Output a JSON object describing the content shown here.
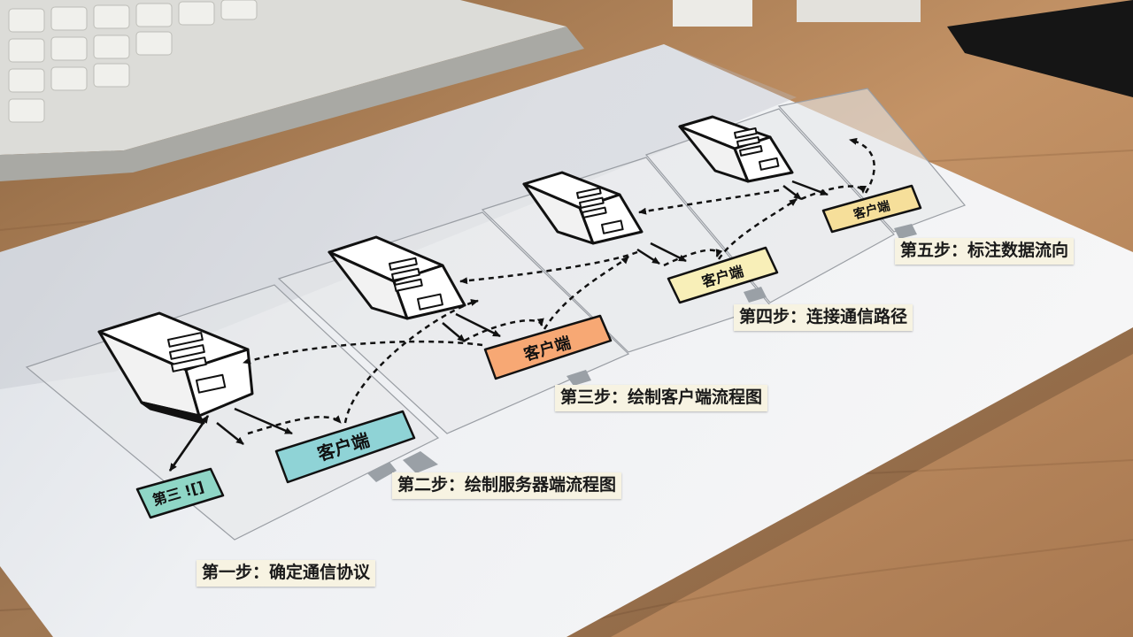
{
  "steps": [
    {
      "label": "第一步：确定通信协议"
    },
    {
      "label": "第二步：绘制服务器端流程图"
    },
    {
      "label": "第三步：绘制客户端流程图"
    },
    {
      "label": "第四步：连接通信路径"
    },
    {
      "label": "第五步：标注数据流向"
    }
  ],
  "boxes": {
    "client_label": "客户端",
    "protocol_label": "第三 ![]"
  },
  "colors": {
    "client_teal": "#8fd3d6",
    "client_orange": "#f7a874",
    "client_cream": "#f8efb8",
    "client_yellow": "#f6df9a",
    "protocol_teal": "#8fd6c6",
    "desk": "#c08e5e",
    "paper": "#eef0f3"
  }
}
